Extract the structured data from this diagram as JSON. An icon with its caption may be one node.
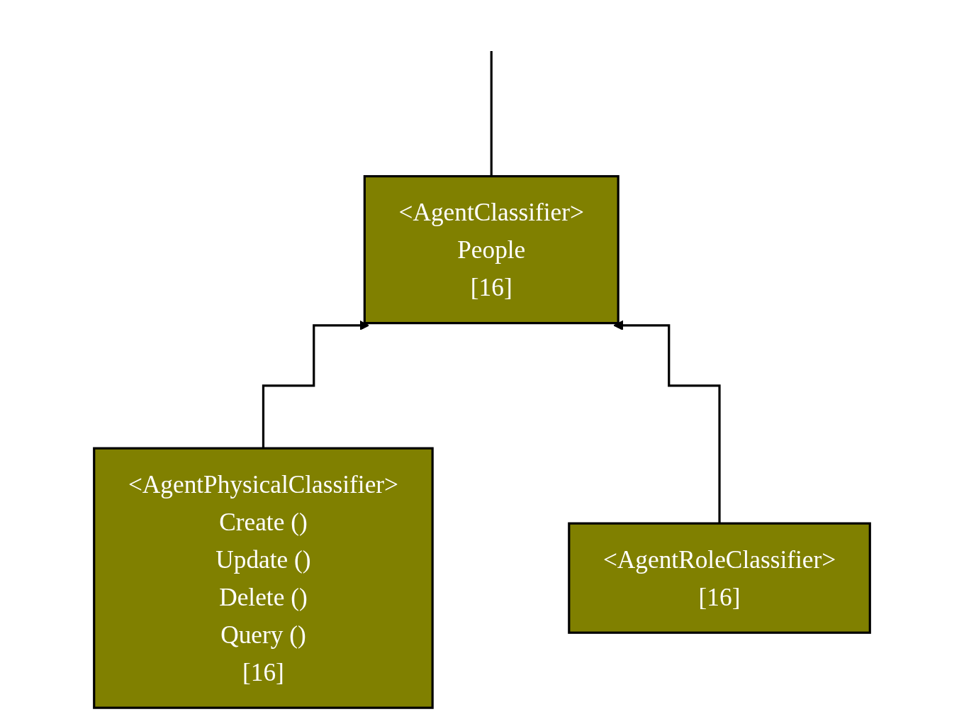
{
  "diagram": {
    "nodes": [
      {
        "text": [
          "<AgentClassifier>",
          "People",
          "[16]"
        ]
      },
      {
        "text": [
          "<AgentPhysicalClassifier>",
          "Create ()",
          "Update ()",
          "Delete ()",
          "Query ()",
          "[16]"
        ]
      },
      {
        "text": [
          "<AgentRoleClassifier>",
          "[16]"
        ]
      }
    ],
    "edges": [
      {
        "from": 1,
        "to": 0,
        "arrow": "to"
      },
      {
        "from": 2,
        "to": 0,
        "arrow": "to"
      },
      {
        "from": 0,
        "to": null,
        "arrow": "none"
      }
    ]
  }
}
